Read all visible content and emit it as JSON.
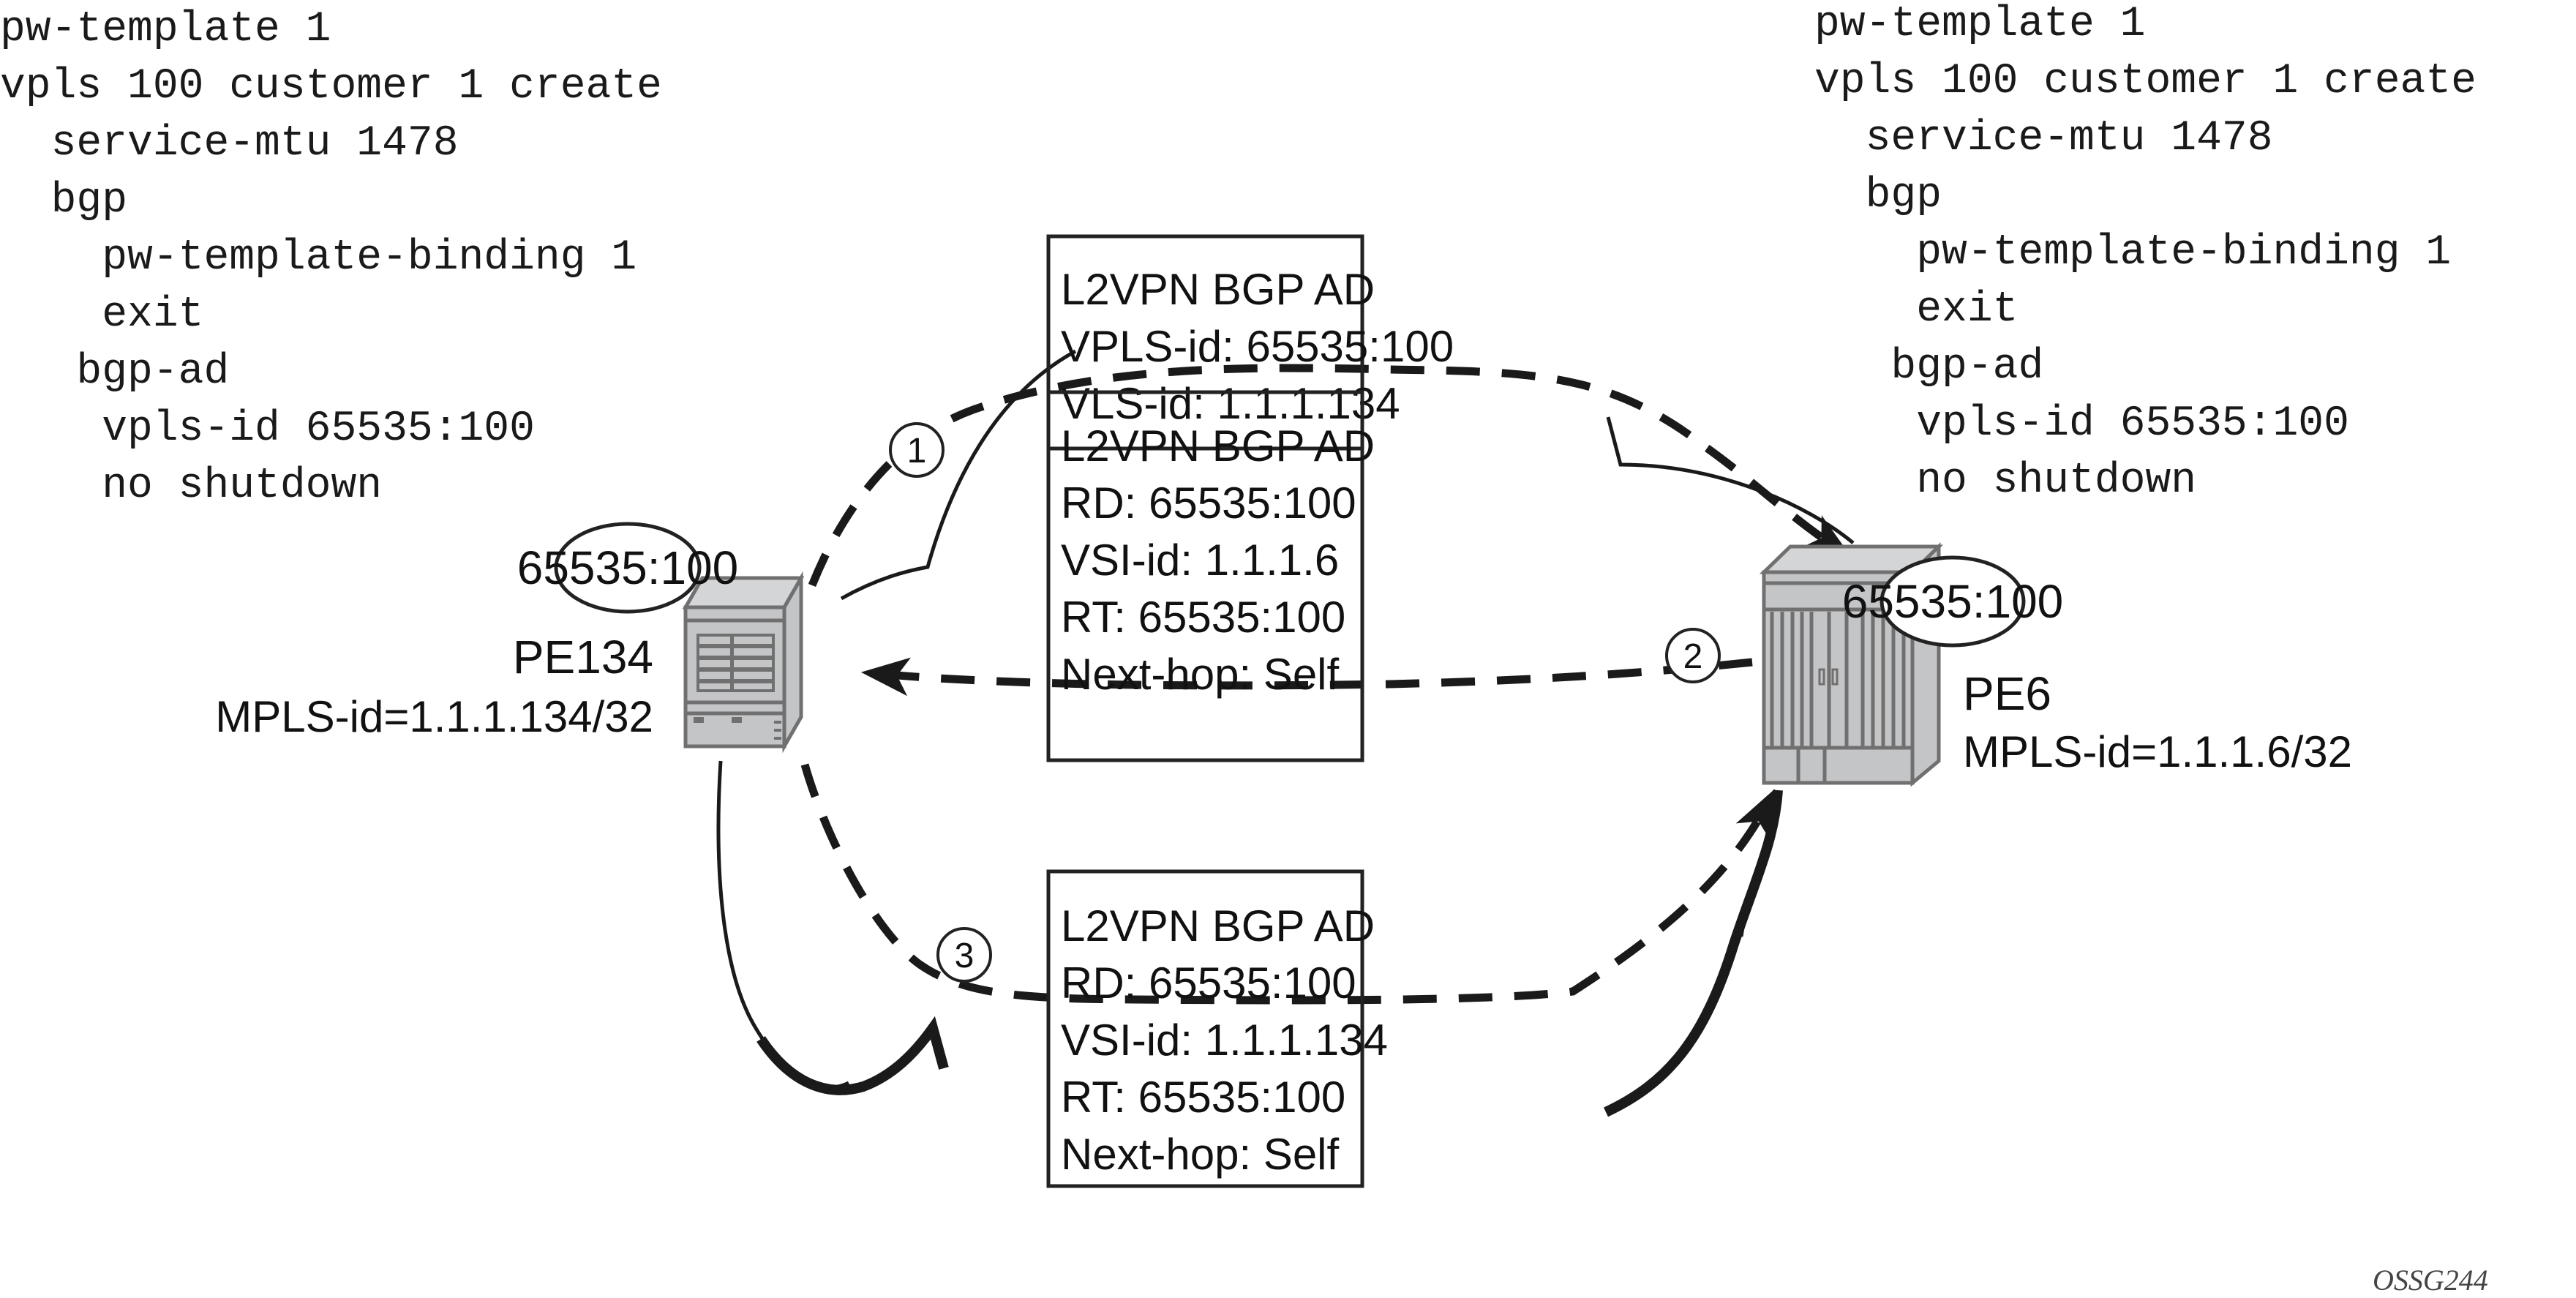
{
  "figure_id": "OSSG244",
  "config_left": {
    "lines": [
      "pw-template 1",
      "vpls 100 customer 1 create",
      "  service-mtu 1478",
      "  bgp",
      "    pw-template-binding 1",
      "    exit",
      "   bgp-ad",
      "    vpls-id 65535:100",
      "    no shutdown"
    ]
  },
  "config_right": {
    "lines": [
      "pw-template 1",
      "vpls 100 customer 1 create",
      "  service-mtu 1478",
      "  bgp",
      "    pw-template-binding 1",
      "    exit",
      "   bgp-ad",
      "    vpls-id 65535:100",
      "    no shutdown"
    ]
  },
  "nodes": {
    "pe134": {
      "name": "PE134",
      "mpls_id": "MPLS-id=1.1.1.134/32",
      "route_distinguisher": "65535:100"
    },
    "pe6": {
      "name": "PE6",
      "mpls_id": "MPLS-id=1.1.1.6/32",
      "route_distinguisher": "65535:100"
    }
  },
  "messages": [
    {
      "step": "1",
      "direction": "PE134 to PE6",
      "lines": [
        "L2VPN BGP AD",
        "VPLS-id: 65535:100",
        "VLS-id: 1.1.1.134"
      ]
    },
    {
      "step": "2",
      "direction": "PE6 to PE134",
      "lines": [
        "L2VPN BGP AD",
        "RD: 65535:100",
        "VSI-id: 1.1.1.6",
        "RT: 65535:100",
        "Next-hop: Self"
      ]
    },
    {
      "step": "3",
      "direction": "PE134 to PE6",
      "lines": [
        "L2VPN BGP AD",
        "RD: 65535:100",
        "VSI-id: 1.1.1.134",
        "RT: 65535:100",
        "Next-hop: Self"
      ]
    }
  ],
  "colors": {
    "line": "#1a1a1a",
    "chassis_fill": "#c4c5c7",
    "chassis_light": "#d4d5d7",
    "chassis_dark": "#707070"
  }
}
